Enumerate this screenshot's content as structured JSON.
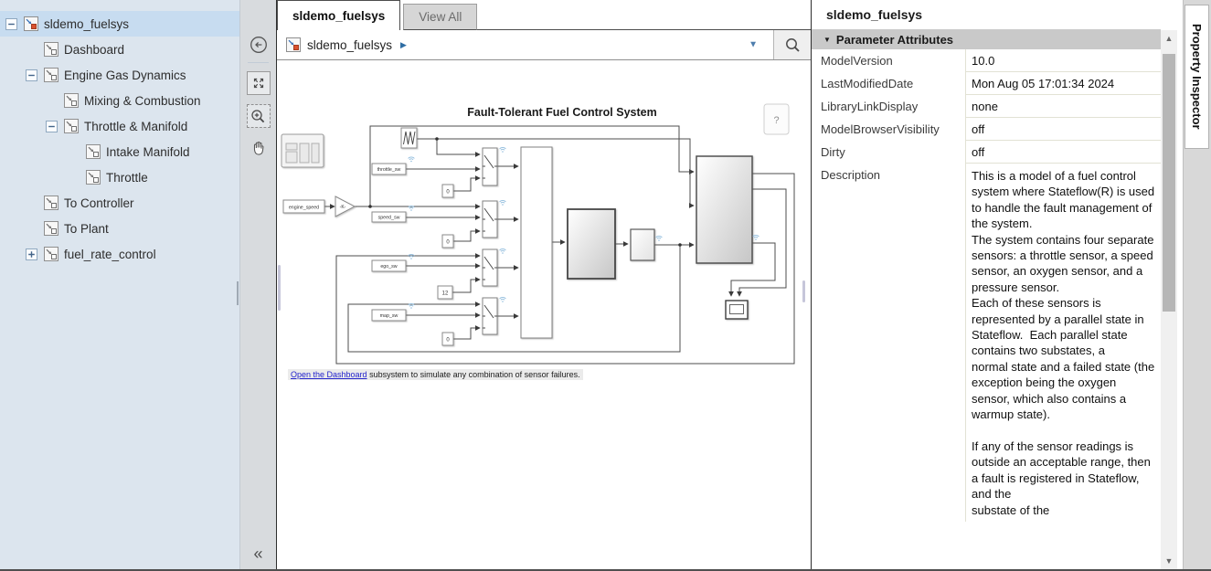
{
  "sidebar": {
    "items": [
      {
        "label": "sldemo_fuelsys",
        "level": 0,
        "expander": "minus",
        "selected": true,
        "root": true
      },
      {
        "label": "Dashboard",
        "level": 1,
        "expander": "none",
        "selected": false
      },
      {
        "label": "Engine Gas Dynamics",
        "level": 1,
        "expander": "minus",
        "selected": false
      },
      {
        "label": "Mixing & Combustion",
        "level": 2,
        "expander": "none",
        "selected": false
      },
      {
        "label": "Throttle & Manifold",
        "level": 2,
        "expander": "minus",
        "selected": false
      },
      {
        "label": "Intake Manifold",
        "level": 3,
        "expander": "none",
        "selected": false
      },
      {
        "label": "Throttle",
        "level": 3,
        "expander": "none",
        "selected": false
      },
      {
        "label": "To Controller",
        "level": 1,
        "expander": "none",
        "selected": false
      },
      {
        "label": "To Plant",
        "level": 1,
        "expander": "none",
        "selected": false
      },
      {
        "label": "fuel_rate_control",
        "level": 1,
        "expander": "plus",
        "selected": false
      }
    ]
  },
  "tabs": [
    {
      "label": "sldemo_fuelsys",
      "active": true
    },
    {
      "label": "View All",
      "active": false
    }
  ],
  "breadcrumb": {
    "model": "sldemo_fuelsys"
  },
  "icons": {
    "crumb_arrow": "▶",
    "breadcrumb_caret": "▼",
    "collapse": "«",
    "scroll_up": "▲",
    "scroll_down": "▼",
    "section_caret": "▼"
  },
  "diagram": {
    "title": "Fault-Tolerant Fuel Control System",
    "help_label": "?",
    "blocks": {
      "throttle_sw": "throttle_sw",
      "engine_speed": "engine_speed",
      "speed_sw": "speed_sw",
      "ego_sw": "ego_sw",
      "map_sw": "map_sw",
      "gain": "-K-",
      "const_throttle": "0",
      "const_speed": "0",
      "const_ego": "12",
      "const_map": "0"
    },
    "annotation": {
      "link_text": "Open the Dashboard",
      "rest_text": " subsystem to simulate any combination of sensor failures."
    }
  },
  "inspector": {
    "title": "sldemo_fuelsys",
    "section_title": "Parameter Attributes",
    "rows": [
      {
        "label": "ModelVersion",
        "value": "10.0"
      },
      {
        "label": "LastModifiedDate",
        "value": "Mon Aug 05 17:01:34 2024"
      },
      {
        "label": "LibraryLinkDisplay",
        "value": "none"
      },
      {
        "label": "ModelBrowserVisibility",
        "value": "off"
      },
      {
        "label": "Dirty",
        "value": "off"
      },
      {
        "label": "Description",
        "value": "This is a model of a fuel control system where Stateflow(R) is used to handle the fault management of the system.\nThe system contains four separate sensors: a throttle sensor, a speed sensor, an oxygen sensor, and a pressure sensor.\nEach of these sensors is represented by a parallel state in Stateflow.  Each parallel state contains two substates, a\nnormal state and a failed state (the exception being the oxygen sensor, which also contains a warmup state).\n\nIf any of the sensor readings is outside an acceptable range, then a fault is registered in Stateflow, and the\nsubstate of the"
      }
    ]
  },
  "right_tab": {
    "label": "Property Inspector"
  },
  "colors": {
    "selection": "#c7dcf0",
    "sidebar_bg": "#dce5ee",
    "section_bg": "#c9c9c9",
    "link": "#2424cc",
    "wifi_badge": "#93bede",
    "caret_blue": "#4d7dad"
  }
}
